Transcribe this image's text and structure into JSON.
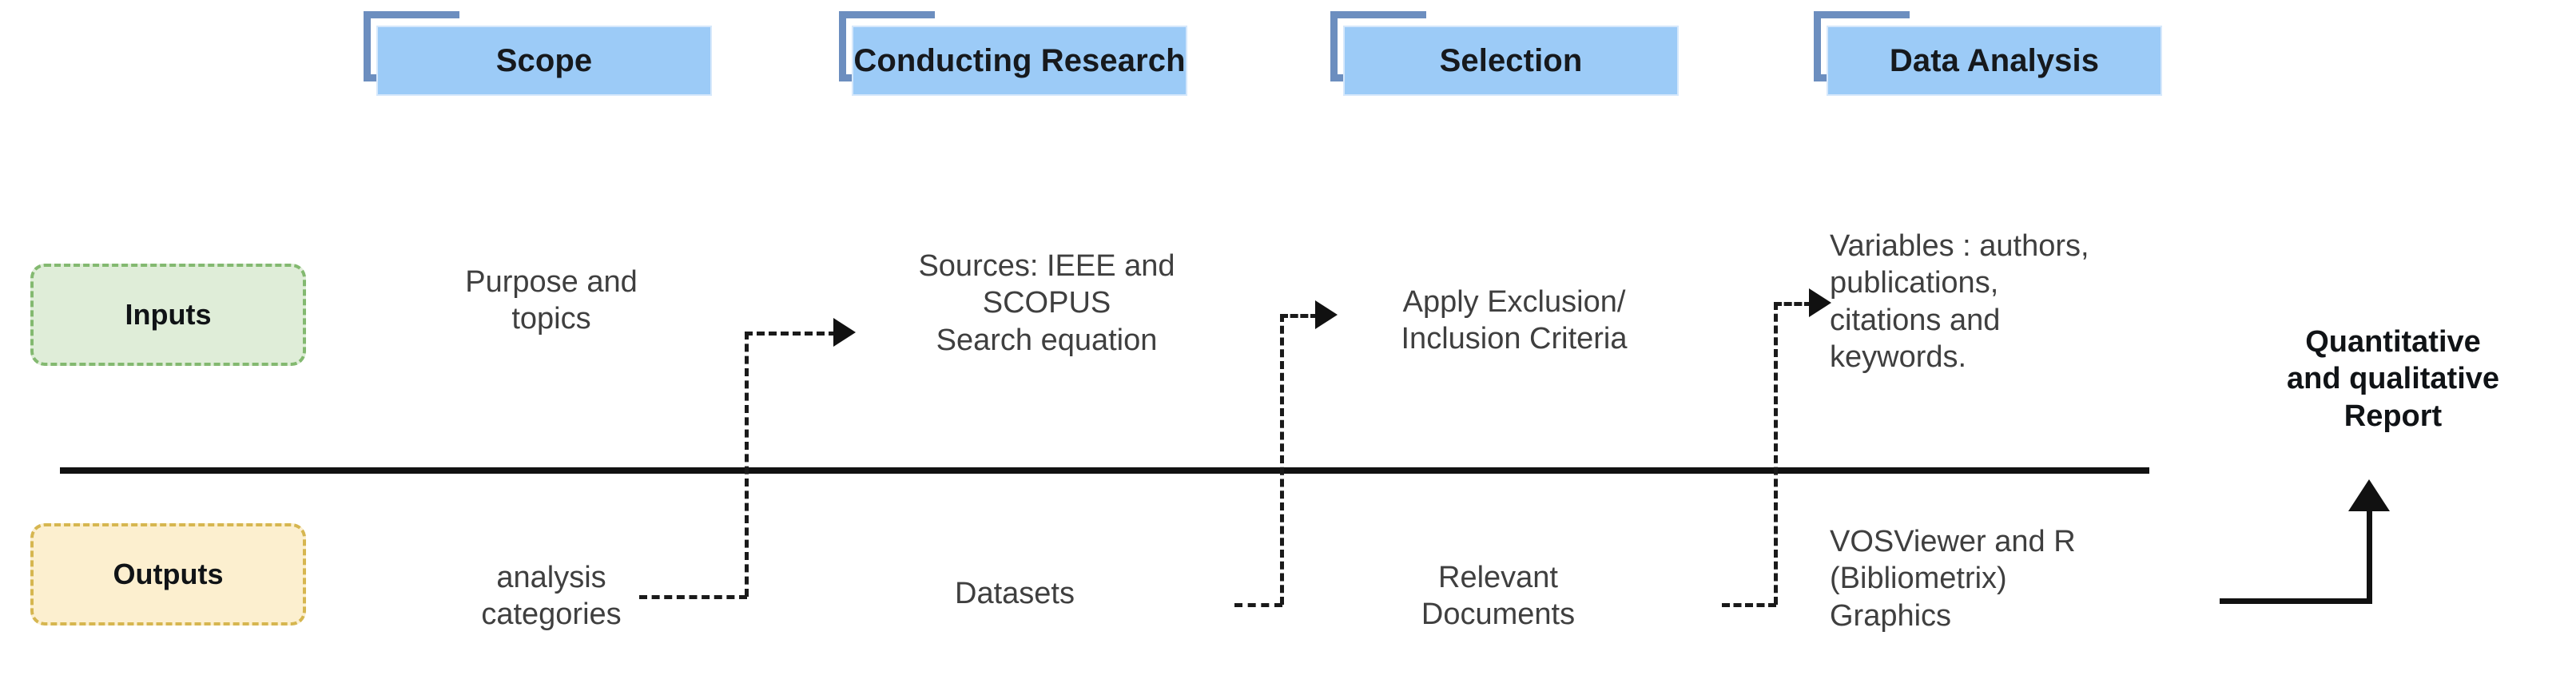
{
  "diagram": {
    "title": "Bibliometric research methodology timeline",
    "colors": {
      "phase_fill": "#9ccbf7",
      "phase_bracket": "#6c8ebf",
      "inputs_fill": "#dfedd8",
      "inputs_border": "#83b970",
      "outputs_fill": "#fcefcf",
      "outputs_border": "#d6b650",
      "timeline": "#111111",
      "body_text": "#3f3f3f"
    }
  },
  "phases": [
    {
      "id": "scope",
      "label": "Scope"
    },
    {
      "id": "conducting-research",
      "label": "Conducting\nResearch"
    },
    {
      "id": "selection",
      "label": "Selection"
    },
    {
      "id": "data-analysis",
      "label": "Data Analysis"
    }
  ],
  "rows": {
    "inputs": {
      "label": "Inputs"
    },
    "outputs": {
      "label": "Outputs"
    }
  },
  "inputs_cells": [
    {
      "id": "scope-input",
      "text": "Purpose and\ntopics",
      "align": "center"
    },
    {
      "id": "conducting-research-input",
      "text": "Sources: IEEE and\nSCOPUS\nSearch equation",
      "align": "center"
    },
    {
      "id": "selection-input",
      "text": "Apply Exclusion/\nInclusion Criteria",
      "align": "center"
    },
    {
      "id": "data-analysis-input",
      "text": "Variables : authors,\npublications,\ncitations and\nkeywords.",
      "align": "left"
    }
  ],
  "outputs_cells": [
    {
      "id": "scope-output",
      "text": "analysis\ncategories",
      "align": "center"
    },
    {
      "id": "conducting-research-output",
      "text": "Datasets",
      "align": "center"
    },
    {
      "id": "selection-output",
      "text": "Relevant\nDocuments",
      "align": "center"
    },
    {
      "id": "data-analysis-output",
      "text": "VOSViewer and R\n(Bibliometrix)\nGraphics",
      "align": "left"
    }
  ],
  "final": {
    "text": "Quantitative\nand qualitative\nReport"
  }
}
